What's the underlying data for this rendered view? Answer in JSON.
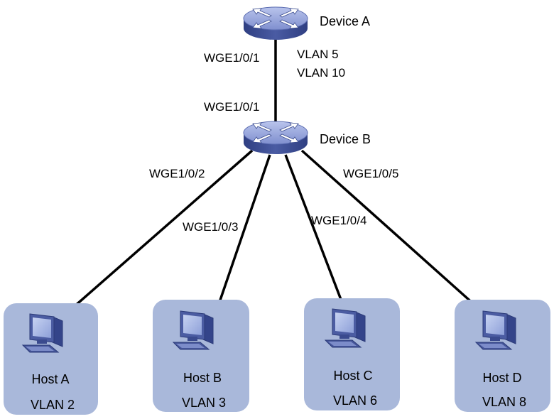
{
  "colors": {
    "link": "#000000",
    "host_box": "#a9b8da",
    "device_top": "#9aa8dc",
    "device_side": "#3a4b8e",
    "monitor_body": "#46569a",
    "monitor_screen": "#a7b7e4"
  },
  "devices": [
    {
      "id": "device-a",
      "name": "Device A",
      "icon": "switch-icon"
    },
    {
      "id": "device-b",
      "name": "Device B",
      "icon": "switch-icon"
    }
  ],
  "uplink": {
    "device_a_port": "WGE1/0/1",
    "device_b_port": "WGE1/0/1",
    "vlans": [
      "VLAN 5",
      "VLAN 10"
    ]
  },
  "downlinks": [
    {
      "port": "WGE1/0/2",
      "host": "Host A"
    },
    {
      "port": "WGE1/0/3",
      "host": "Host B"
    },
    {
      "port": "WGE1/0/4",
      "host": "Host C"
    },
    {
      "port": "WGE1/0/5",
      "host": "Host D"
    }
  ],
  "hosts": [
    {
      "name": "Host A",
      "vlan": "VLAN 2",
      "icon": "computer-icon"
    },
    {
      "name": "Host B",
      "vlan": "VLAN 3",
      "icon": "computer-icon"
    },
    {
      "name": "Host C",
      "vlan": "VLAN 6",
      "icon": "computer-icon"
    },
    {
      "name": "Host D",
      "vlan": "VLAN 8",
      "icon": "computer-icon"
    }
  ]
}
